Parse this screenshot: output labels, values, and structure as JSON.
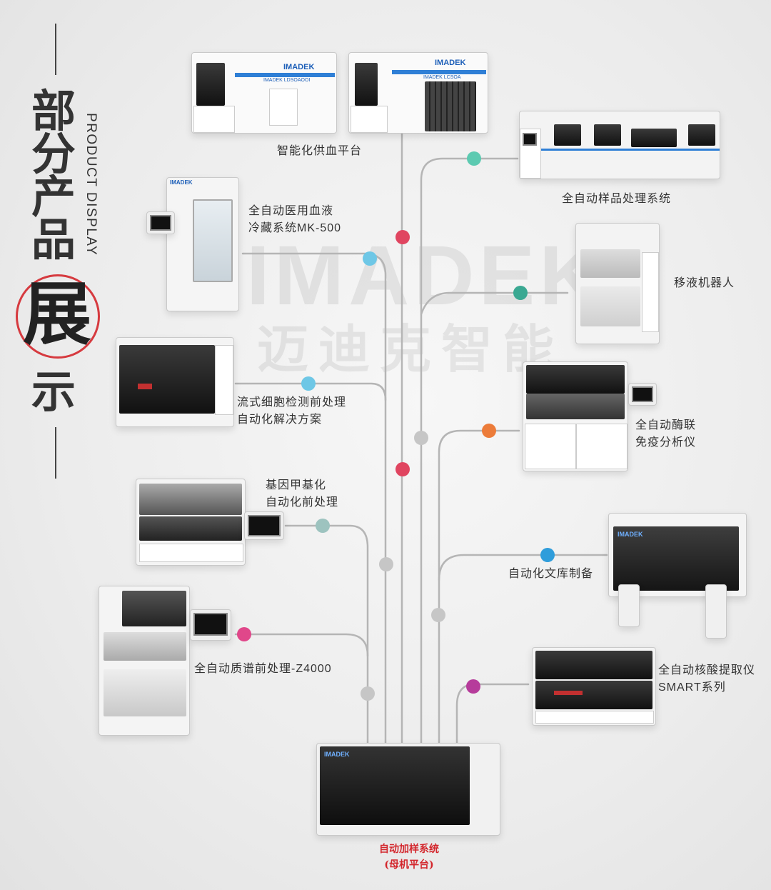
{
  "title": {
    "zh_chars": [
      "部",
      "分",
      "产",
      "品",
      "展",
      "示"
    ],
    "en": "PRODUCT DISPLAY"
  },
  "watermark": {
    "en": "IMADEK",
    "zh": "迈迪克智能"
  },
  "products": {
    "blood_platform": "智能化供血平台",
    "sample_system": "全自动样品处理系统",
    "blood_storage_l1": "全自动医用血液",
    "blood_storage_l2": "冷藏系统MK-500",
    "pipetting_robot": "移液机器人",
    "flow_cyto_l1": "流式细胞检测前处理",
    "flow_cyto_l2": "自动化解决方案",
    "elisa_l1": "全自动酶联",
    "elisa_l2": "免疫分析仪",
    "methylation_l1": "基因甲基化",
    "methylation_l2": "自动化前处理",
    "library_prep": "自动化文库制备",
    "mass_spec": "全自动质谱前处理-Z4000",
    "nucleic_l1": "全自动核酸提取仪",
    "nucleic_l2": "SMART系列",
    "mother_l1": "自动加样系统",
    "mother_l2": "(母机平台)"
  },
  "machine_text": {
    "brand": "IMADEK",
    "model_1": "IMADEK LDSOAOOI",
    "model_2": "IMADEK LCSOA"
  },
  "colors": {
    "line": "#b5b5b5",
    "accent_red": "#d63a3f",
    "dot_red": "#e04560",
    "dot_teal": "#5ccab1",
    "dot_sky": "#6ec7e6",
    "dot_green": "#3aa892",
    "dot_orange": "#ec7c3a",
    "dot_blue": "#2f9ddb",
    "dot_grey_green": "#9dc3bf",
    "dot_pink": "#e0478a",
    "dot_purple": "#b63c9b",
    "dot_grey": "#c6c6c6"
  }
}
